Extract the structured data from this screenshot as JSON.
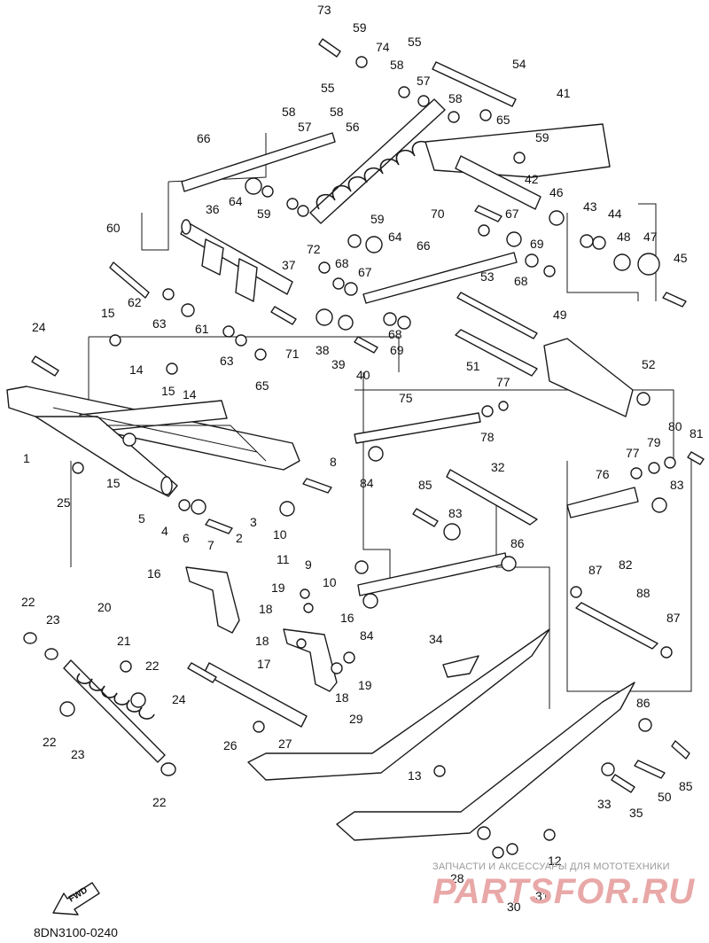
{
  "diagram": {
    "code": "8DN3100-0240",
    "fwd": "FWD",
    "watermark_small": "ЗАПЧАСТИ И АКСЕССУАРЫ ДЛЯ МОТОТЕХНИКИ",
    "watermark_big": "PARTSFOR.RU",
    "callouts": [
      "73",
      "59",
      "74",
      "55",
      "58",
      "57",
      "54",
      "41",
      "55",
      "58",
      "57",
      "58",
      "56",
      "58",
      "65",
      "59",
      "66",
      "64",
      "59",
      "36",
      "42",
      "46",
      "43",
      "44",
      "60",
      "59",
      "64",
      "70",
      "67",
      "48",
      "47",
      "72",
      "68",
      "67",
      "68",
      "69",
      "66",
      "45",
      "37",
      "62",
      "53",
      "63",
      "61",
      "38",
      "39",
      "40",
      "71",
      "68",
      "69",
      "15",
      "24",
      "14",
      "63",
      "65",
      "49",
      "51",
      "52",
      "15",
      "14",
      "77",
      "1",
      "75",
      "78",
      "80",
      "79",
      "81",
      "77",
      "15",
      "25",
      "5",
      "2",
      "8",
      "32",
      "76",
      "83",
      "84",
      "85",
      "83",
      "4",
      "6",
      "7",
      "3",
      "10",
      "11",
      "9",
      "10",
      "86",
      "82",
      "16",
      "19",
      "87",
      "88",
      "87",
      "18",
      "16",
      "84",
      "22",
      "23",
      "20",
      "21",
      "34",
      "18",
      "17",
      "24",
      "22",
      "19",
      "18",
      "86",
      "22",
      "26",
      "27",
      "29",
      "23",
      "13",
      "85",
      "22",
      "33",
      "35",
      "50",
      "12",
      "28",
      "30",
      "31"
    ]
  }
}
